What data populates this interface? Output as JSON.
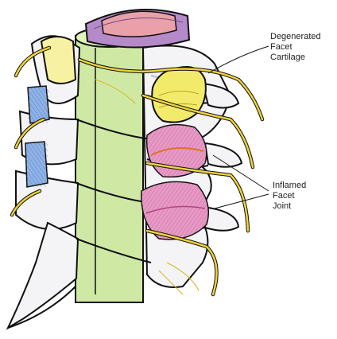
{
  "labels": {
    "degenerated": [
      "Degenerated",
      "Facet",
      "Cartilage"
    ],
    "inflamed": [
      "Inflamed",
      "Facet",
      "Joint"
    ]
  },
  "colors": {
    "bone": "#f4f4f6",
    "bone_shadow": "#c9c9cf",
    "cartilage": "#f2ea6a",
    "inflamed": "#e79ac6",
    "nerve": "#f0d23a",
    "cord": "#cfe9a4",
    "disc": "#b58ac9",
    "disc_core": "#eaa0a8",
    "ligament": "#8fb3e6",
    "outline": "#111111"
  }
}
